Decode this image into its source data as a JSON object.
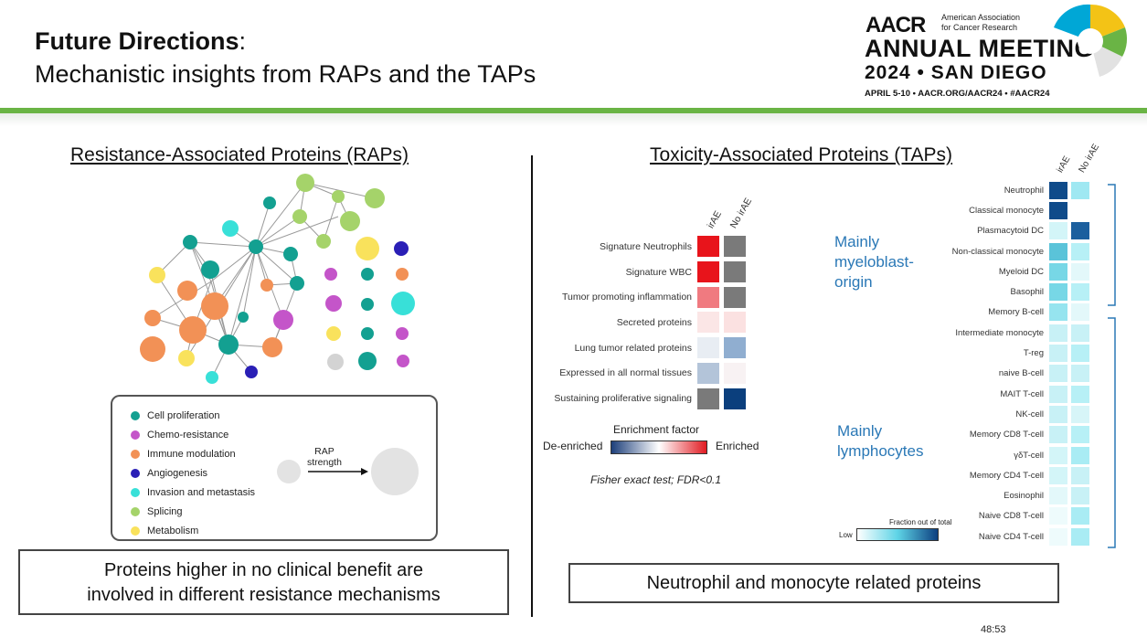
{
  "header": {
    "title_bold": "Future Directions",
    "title_colon": ":",
    "subtitle": "Mechanistic insights from RAPs and the TAPs"
  },
  "logo": {
    "aacr": "AACR",
    "org_line1": "American Association",
    "org_line2": "for Cancer Research",
    "event": "ANNUAL MEETING",
    "year_city": "2024 • SAN DIEGO",
    "dates": "APRIL 5-10 • AACR.ORG/AACR24 • #AACR24",
    "colors": [
      "#f3c316",
      "#00a7d6",
      "#6ab445",
      "#e2e2e2"
    ]
  },
  "raps": {
    "title": "Resistance-Associated Proteins (RAPs)",
    "legend": [
      {
        "label": "Cell proliferation",
        "color": "#13a091"
      },
      {
        "label": "Chemo-resistance",
        "color": "#c455c9"
      },
      {
        "label": "Immune modulation",
        "color": "#f29156"
      },
      {
        "label": "Angiogenesis",
        "color": "#2a1fb6"
      },
      {
        "label": "Invasion and metastasis",
        "color": "#38e0d8"
      },
      {
        "label": "Splicing",
        "color": "#a5d36a"
      },
      {
        "label": "Metabolism",
        "color": "#f9e25c"
      }
    ],
    "strength_label_1": "RAP",
    "strength_label_2": "strength",
    "conclusion_line1": "Proteins higher in no clinical benefit are",
    "conclusion_line2": "involved in different resistance mechanisms"
  },
  "taps": {
    "title": "Toxicity-Associated Proteins (TAPs)",
    "left_heatmap": {
      "columns": [
        "irAE",
        "No irAE"
      ],
      "rows": [
        {
          "label": "Signature Neutrophils",
          "colors": [
            "#e8141b",
            "#7a7a7a"
          ]
        },
        {
          "label": "Signature WBC",
          "colors": [
            "#e8141b",
            "#7a7a7a"
          ]
        },
        {
          "label": "Tumor promoting inflammation",
          "colors": [
            "#f07a80",
            "#7a7a7a"
          ]
        },
        {
          "label": "Secreted proteins",
          "colors": [
            "#fbe6e6",
            "#fbe1e1"
          ]
        },
        {
          "label": "Lung tumor related proteins",
          "colors": [
            "#e8edf3",
            "#90aed0"
          ]
        },
        {
          "label": "Expressed in all normal tissues",
          "colors": [
            "#b3c4d9",
            "#f8f2f3"
          ]
        },
        {
          "label": "Sustaining proliferative signaling",
          "colors": [
            "#7a7a7a",
            "#0b3f7d"
          ]
        }
      ],
      "scale_title": "Enrichment factor",
      "scale_low": "De-enriched",
      "scale_high": "Enriched",
      "scale_colors": [
        "#1d3f7a",
        "#ffffff",
        "#e11b22"
      ],
      "footnote": "Fisher exact test; FDR<0.1"
    },
    "right_heatmap": {
      "columns": [
        "irAE",
        "No irAE"
      ],
      "rows": [
        {
          "label": "Neutrophil",
          "colors": [
            "#0f4b8a",
            "#9fe8f2"
          ]
        },
        {
          "label": "Classical monocyte",
          "colors": [
            "#0f4b8a",
            "#ffffff"
          ]
        },
        {
          "label": "Plasmacytoid DC",
          "colors": [
            "#d3f5f8",
            "#1c5f9e"
          ]
        },
        {
          "label": "Non-classical monocyte",
          "colors": [
            "#5ac3d9",
            "#b7f0f6"
          ]
        },
        {
          "label": "Myeloid DC",
          "colors": [
            "#77d7e6",
            "#e3f8fa"
          ]
        },
        {
          "label": "Basophil",
          "colors": [
            "#77d7e6",
            "#b7f0f6"
          ]
        },
        {
          "label": "Memory B-cell",
          "colors": [
            "#96e4ef",
            "#e3f8fa"
          ]
        },
        {
          "label": "Intermediate monocyte",
          "colors": [
            "#c8f1f6",
            "#c8f1f6"
          ]
        },
        {
          "label": "T-reg",
          "colors": [
            "#c8f1f6",
            "#b7f0f6"
          ]
        },
        {
          "label": "naive B-cell",
          "colors": [
            "#c8f1f6",
            "#c8f1f6"
          ]
        },
        {
          "label": "MAIT T-cell",
          "colors": [
            "#c8f1f6",
            "#b7f0f6"
          ]
        },
        {
          "label": "NK-cell",
          "colors": [
            "#c8f1f6",
            "#d7f5f8"
          ]
        },
        {
          "label": "Memory CD8 T-cell",
          "colors": [
            "#c8f1f6",
            "#b7f0f6"
          ]
        },
        {
          "label": "γδT-cell",
          "colors": [
            "#d3f5f8",
            "#a9ecf4"
          ]
        },
        {
          "label": "Memory CD4 T-cell",
          "colors": [
            "#d3f5f8",
            "#c8f1f6"
          ]
        },
        {
          "label": "Eosinophil",
          "colors": [
            "#e3f8fa",
            "#c8f1f6"
          ]
        },
        {
          "label": "Naive CD8 T-cell",
          "colors": [
            "#eefbfc",
            "#a9ecf4"
          ]
        },
        {
          "label": "Naive CD4 T-cell",
          "colors": [
            "#eefbfc",
            "#a9ecf4"
          ]
        }
      ],
      "group1": "Mainly myeloblast-origin",
      "group1_lines": [
        "Mainly",
        "myeloblast-",
        "origin"
      ],
      "group2_lines": [
        "Mainly",
        "lymphocytes"
      ],
      "scale_title": "Fraction out of total",
      "scale_low": "Low",
      "scale_colors": [
        "#ffffff",
        "#5ed4e6",
        "#0d3f80"
      ]
    },
    "conclusion": "Neutrophil and monocyte related proteins"
  },
  "timestamp": "48:53"
}
